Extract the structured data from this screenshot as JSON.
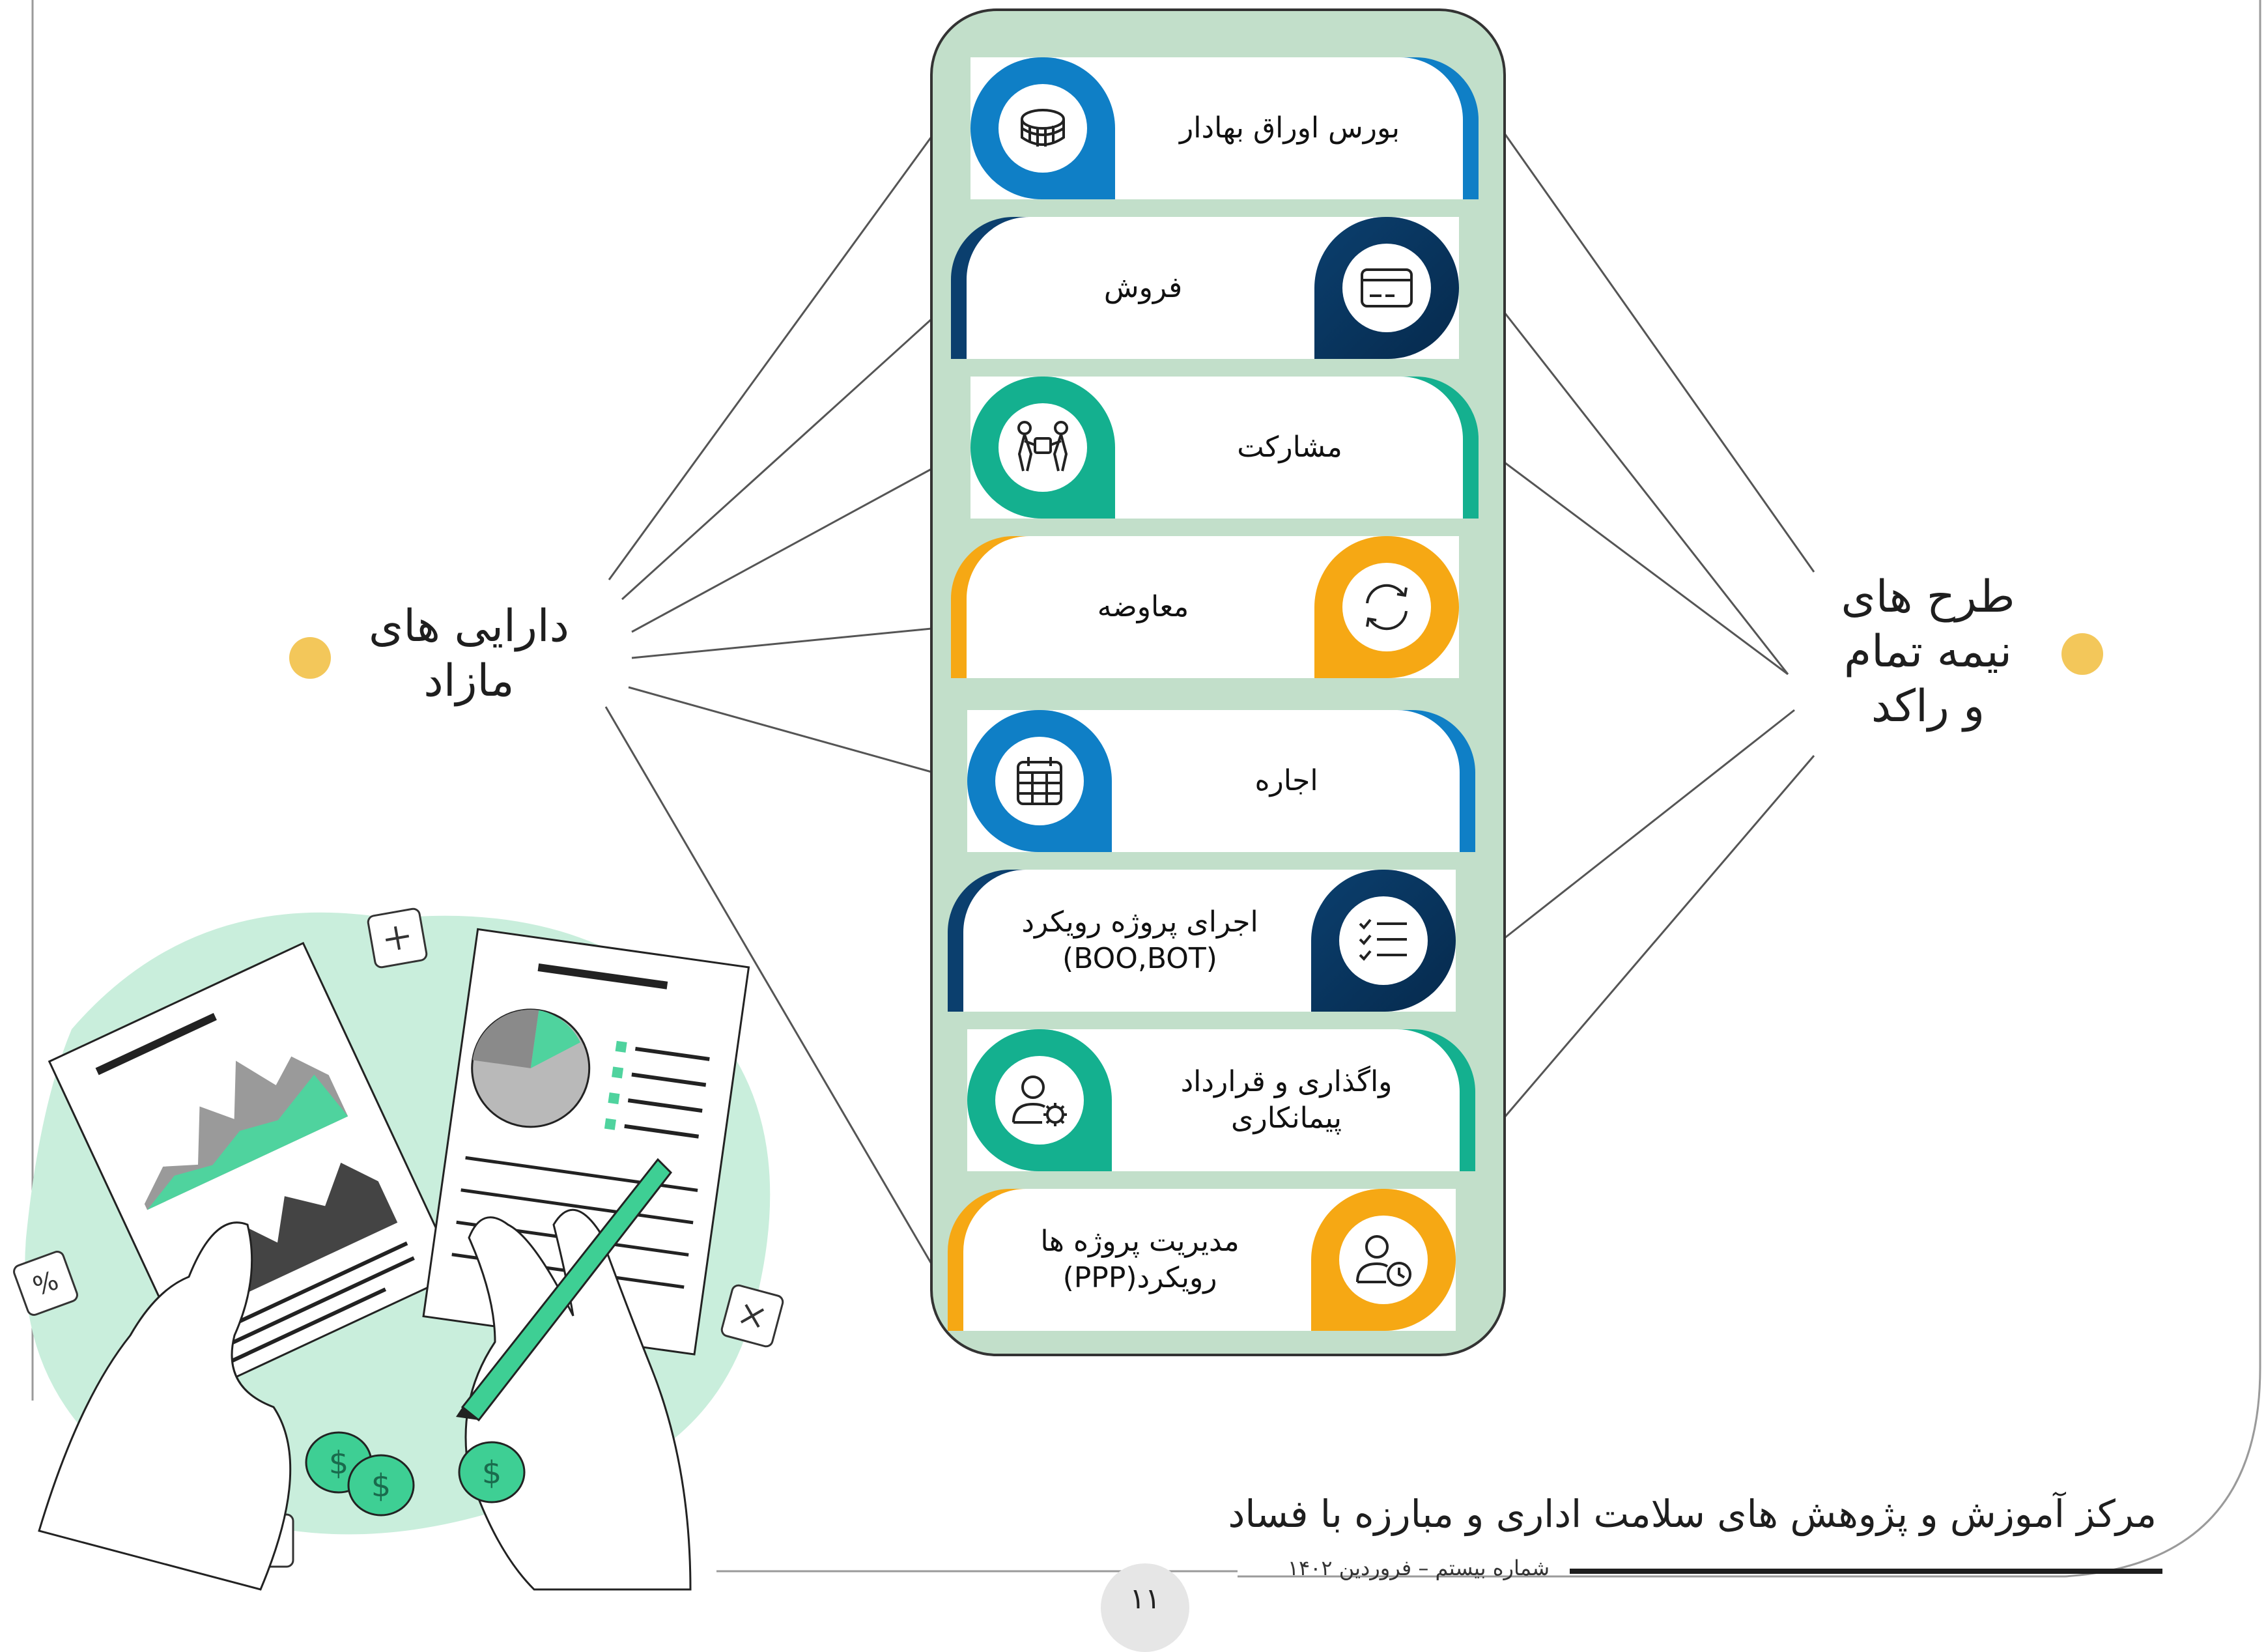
{
  "center_left": {
    "line1": "دارایی های",
    "line2": "مازاد"
  },
  "center_right": {
    "line1": "طرح های",
    "line2": "نیمه تمام",
    "line3": "و راکد"
  },
  "colors": {
    "panel": "#c2dfca",
    "blue": "#0f7fc6",
    "navy": "#0b3f6e",
    "teal": "#14b08f",
    "orange": "#f6a814",
    "accent_dot": "#f3c75a"
  },
  "items": [
    {
      "line1": "بورس اوراق بهادار",
      "line2": "",
      "icon": "coins-icon",
      "color": "blue"
    },
    {
      "line1": "فروش",
      "line2": "",
      "icon": "credit-card-icon",
      "color": "navy"
    },
    {
      "line1": "مشارکت",
      "line2": "",
      "icon": "partnership-icon",
      "color": "teal"
    },
    {
      "line1": "معاوضه",
      "line2": "",
      "icon": "exchange-arrows-icon",
      "color": "orange"
    },
    {
      "line1": "اجاره",
      "line2": "",
      "icon": "calendar-icon",
      "color": "blue"
    },
    {
      "line1": "اجرای پروژه رویکرد",
      "line2": "(BOO,BOT)",
      "icon": "checklist-icon",
      "color": "navy"
    },
    {
      "line1": "واگذاری و قرارداد",
      "line2": "پیمانکاری",
      "icon": "user-settings-icon",
      "color": "teal"
    },
    {
      "line1": "مدیریت پروژه ها",
      "line2": "رویکرد(PPP)",
      "icon": "user-clock-icon",
      "color": "orange"
    }
  ],
  "footer": {
    "title": "مرکز آموزش و پژوهش های سلامت اداری و مبارزه با فساد",
    "subtitle": "شماره بیستم – فروردین ۱۴۰۲",
    "page": "۱۱"
  }
}
